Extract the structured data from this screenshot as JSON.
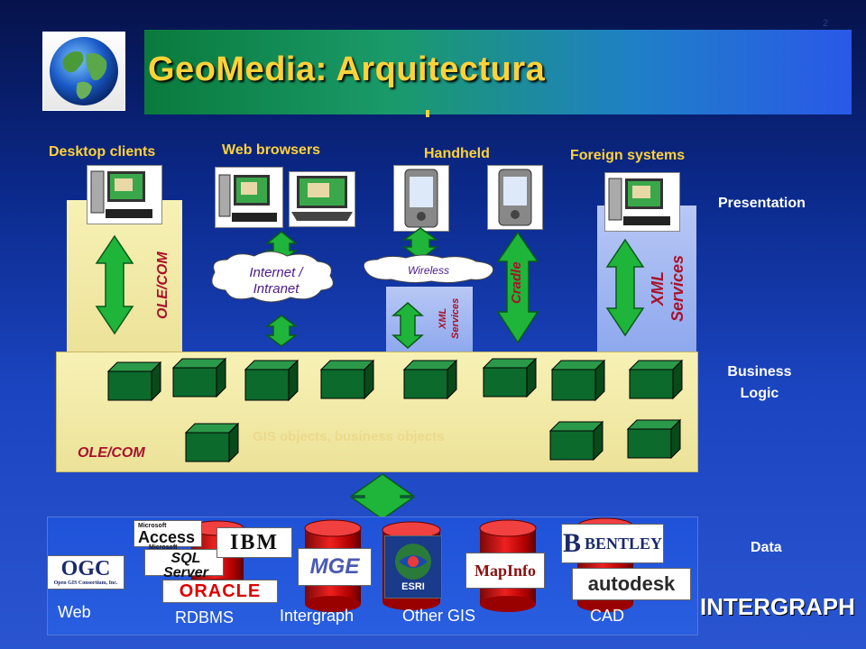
{
  "slide": {
    "number": "2",
    "title": "GeoMedia: Arquitectura",
    "title_color": "#ffd23a"
  },
  "columns": {
    "desktop": "Desktop clients",
    "web": "Web browsers",
    "handheld": "Handheld",
    "foreign": "Foreign systems"
  },
  "layers": {
    "presentation": "Presentation",
    "business": "Business\nLogic",
    "data": "Data"
  },
  "connectors": {
    "olecom_vertical": "OLE/COM",
    "internet": "Internet /\nIntranet",
    "wireless": "Wireless",
    "xml_small": "XML\nServices",
    "cradle": "Cradle",
    "xml_large": "XML\nServices"
  },
  "business": {
    "gis_objects": "GIS objects, business objects",
    "olecom": "OLE/COM"
  },
  "data_sources": {
    "web": "Web",
    "rdbms": "RDBMS",
    "intergraph": "Intergraph",
    "other_gis": "Other GIS",
    "cad": "CAD"
  },
  "logos": {
    "ogc": "OGC",
    "ogc_sub": "Open GIS Consortium, Inc.",
    "access_ms": "Microsoft",
    "access": "Access",
    "sql_ms": "Microsoft",
    "sqlserver": "SQL Server",
    "ibm": "IBM",
    "oracle": "ORACLE",
    "mge": "MGE",
    "esri": "ESRI",
    "mapinfo": "MapInfo",
    "bentley": "BENTLEY",
    "autodesk": "autodesk",
    "intergraph": "INTERGRAPH"
  },
  "colors": {
    "background": "#0b2a8c",
    "accent": "#ffd23a",
    "arrow": "#1fb43a",
    "connector_text": "#a8122a",
    "panel_yellow": "#f7f1b5",
    "panel_blue": "#b8c8f5"
  }
}
